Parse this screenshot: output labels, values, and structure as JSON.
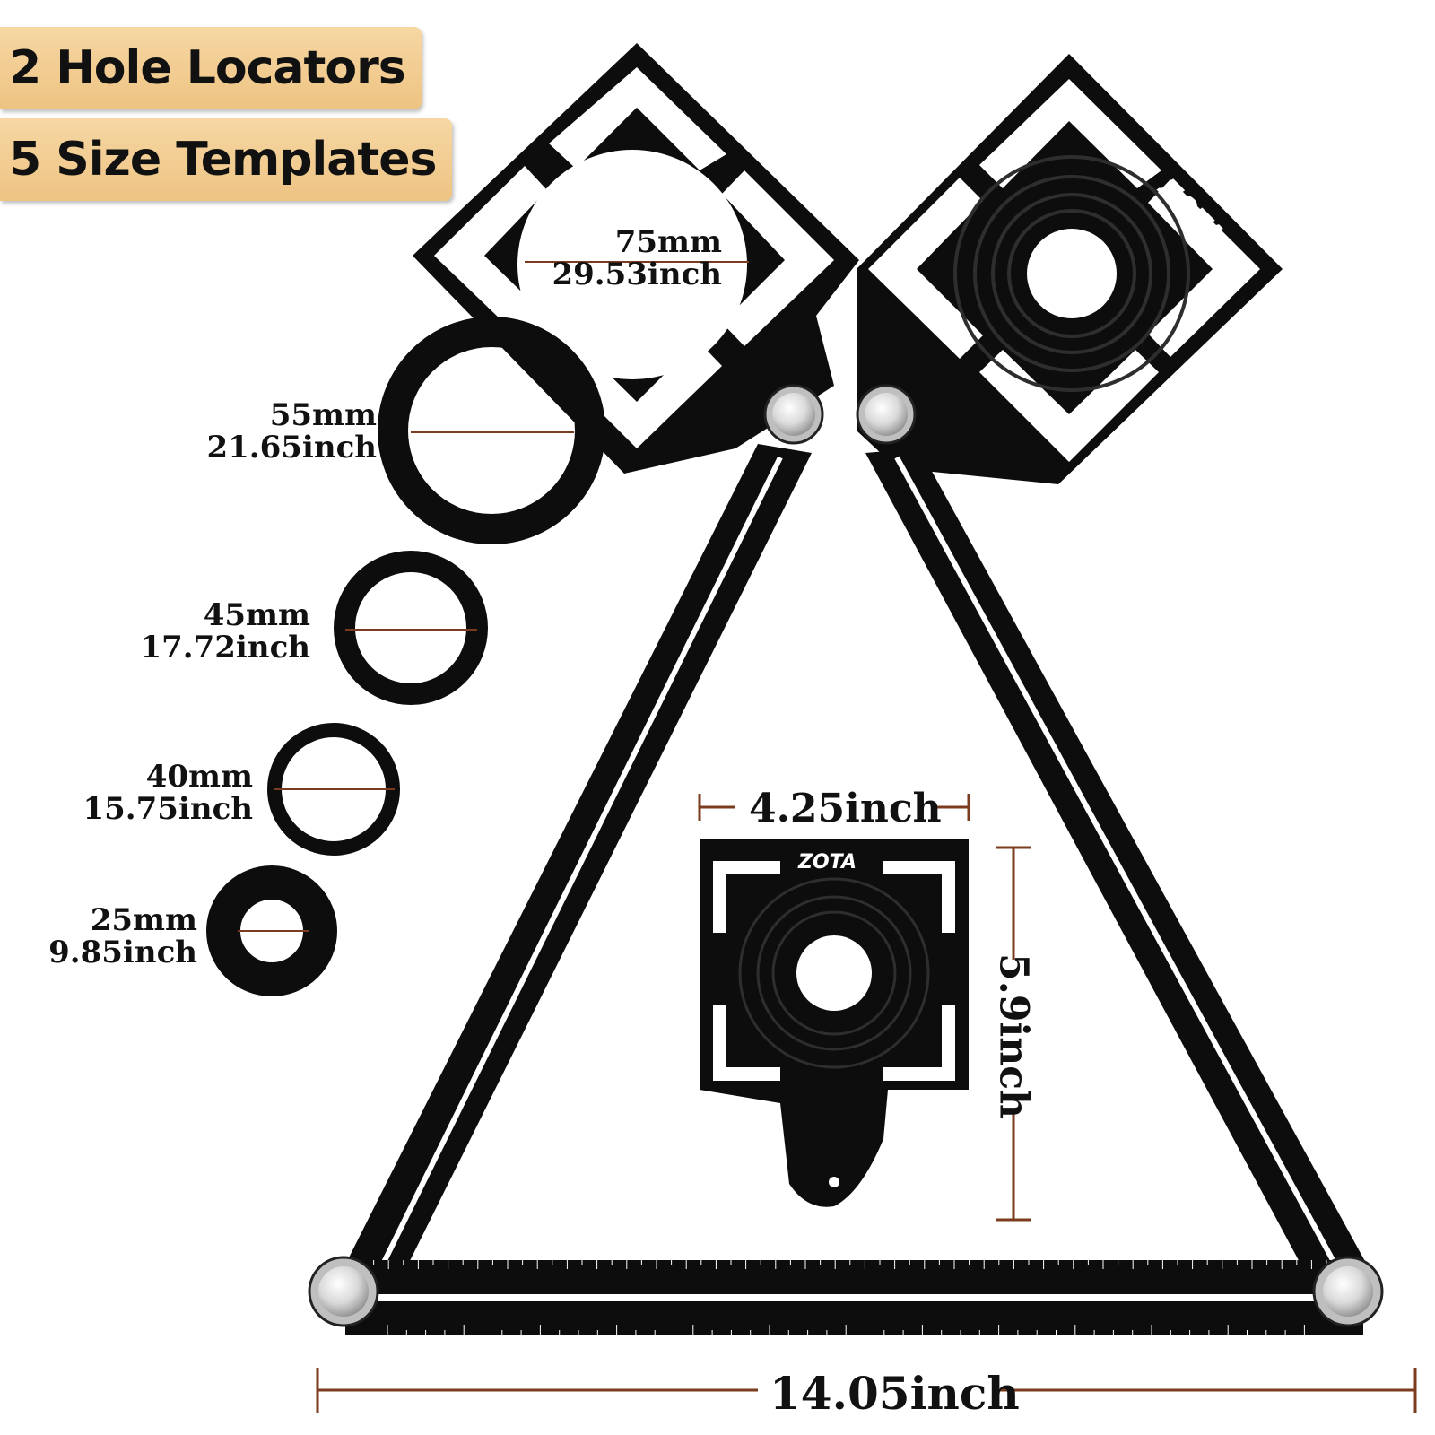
{
  "badges": {
    "hole_locators": "2 Hole Locators",
    "size_templates": "5 Size Templates"
  },
  "brand": "ZOTA",
  "templates": [
    {
      "mm": "75mm",
      "inch": "29.53inch"
    },
    {
      "mm": "55mm",
      "inch": "21.65inch"
    },
    {
      "mm": "45mm",
      "inch": "17.72inch"
    },
    {
      "mm": "40mm",
      "inch": "15.75inch"
    },
    {
      "mm": "25mm",
      "inch": "9.85inch"
    }
  ],
  "dimensions": {
    "plate_width": "4.25inch",
    "plate_height": "5.9inch",
    "ruler_length": "14.05inch"
  },
  "colors": {
    "dimension_line": "#7a3b1e",
    "tool_body": "#0d0d0d",
    "badge": "#f2c98d"
  }
}
